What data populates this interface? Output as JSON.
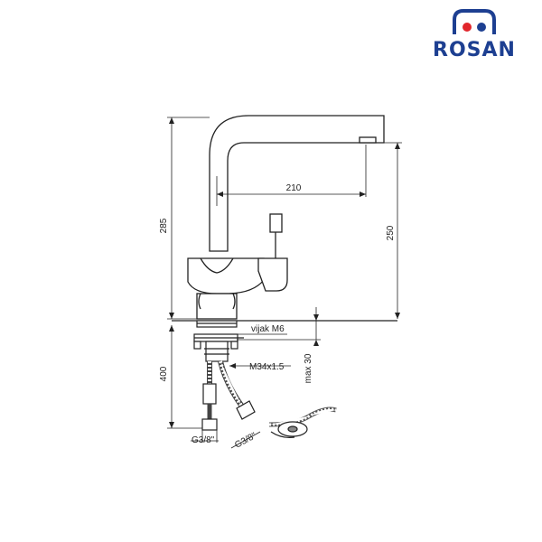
{
  "brand": {
    "name": "ROSAN",
    "colors": {
      "text": "#1d3f91",
      "red": "#e1262c",
      "blue": "#1d3f91"
    }
  },
  "dimensions": {
    "total_height": "285",
    "spout_reach": "210",
    "spout_height": "250",
    "below_counter": "400",
    "screw_label": "vijak M6",
    "thread_label": "M34x1.5",
    "max_thickness": "max 30",
    "hose_left": "G3/8\"",
    "hose_right": "G3/8\""
  },
  "colors": {
    "line": "#222222",
    "fill": "#ffffff"
  }
}
